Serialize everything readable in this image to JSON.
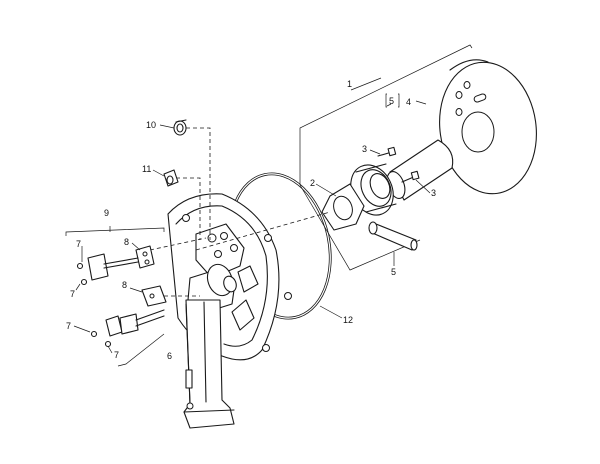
{
  "callouts": {
    "c1": "1",
    "c2": "2",
    "c3a": "3",
    "c3b": "3",
    "c4": "4",
    "c5a": "5",
    "c5b": "5",
    "c6": "6",
    "c7a": "7",
    "c7b": "7",
    "c7c": "7",
    "c7d": "7",
    "c8a": "8",
    "c8b": "8",
    "c9": "9",
    "c10": "10",
    "c11": "11",
    "c12": "12"
  }
}
